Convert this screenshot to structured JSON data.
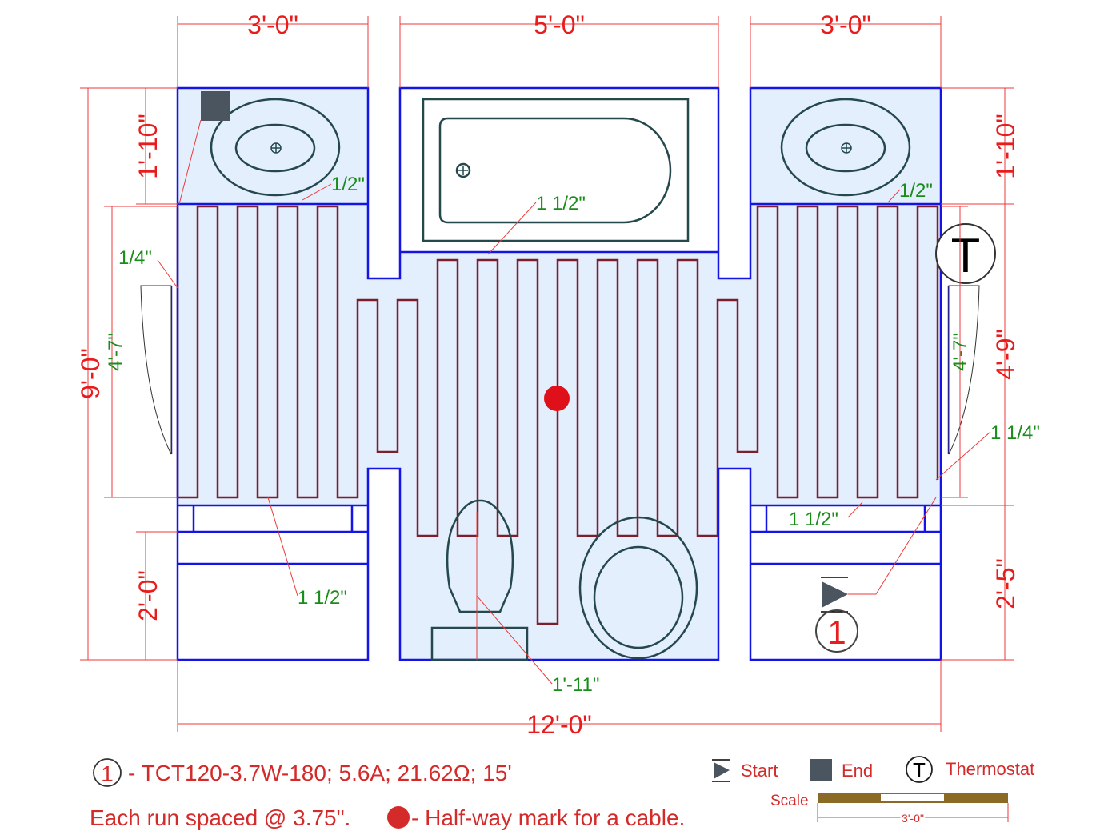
{
  "dimensions": {
    "top_left_width": "3'-0\"",
    "top_center_width": "5'-0\"",
    "top_right_width": "3'-0\"",
    "overall_width": "12'-0\"",
    "overall_height": "9'-0\"",
    "left_vanity_depth": "1'-10\"",
    "left_bottom_depth": "2'-0\"",
    "left_heated_length": "4'-7\"",
    "right_vanity_depth": "1'-10\"",
    "right_middle": "4'-9\"",
    "right_bottom_depth": "2'-5\"",
    "right_heated_length": "4'-7\""
  },
  "clearances": {
    "left_wall": "1/4\"",
    "left_vanity": "1/2\"",
    "tub": "1 1/2\"",
    "right_vanity": "1/2\"",
    "right_wall": "1 1/4\"",
    "right_cabinet": "1 1/2\"",
    "left_cabinet": "1 1/2\"",
    "toilet_center": "1'-11\""
  },
  "symbols": {
    "thermostat_letter": "T",
    "cable_number": "1"
  },
  "legend": {
    "cable_number": "1",
    "cable_spec": "- TCT120-3.7W-180; 5.6A; 21.62Ω; 15'",
    "spacing_note": "Each run spaced @ 3.75\".",
    "halfway_note": "- Half-way mark for a cable.",
    "start_label": "Start",
    "end_label": "End",
    "thermostat_letter": "T",
    "thermostat_label": "Thermostat",
    "scale_label": "Scale",
    "scale_length": "3'-0\""
  },
  "colors": {
    "wall": "#1414e6",
    "floor": "#e3effc",
    "cable": "#7a1f2b",
    "dimension": "#e81c1c",
    "clearance": "#1a8c1a",
    "halfway_mark": "#e0101a",
    "scale_bar": "#8b6a26"
  }
}
